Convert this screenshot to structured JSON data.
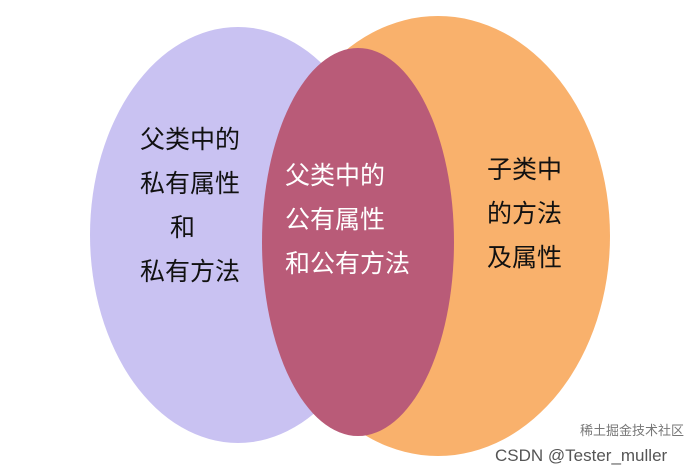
{
  "colors": {
    "left": "#c9c2f2",
    "right": "#f9b16c",
    "intersection": "#b95b78"
  },
  "left": {
    "lines": [
      "父类中的",
      "私有属性",
      "和",
      "私有方法"
    ]
  },
  "middle": {
    "lines": [
      "父类中的",
      "公有属性",
      "和公有方法"
    ]
  },
  "right": {
    "lines": [
      "子类中",
      "的方法",
      "及属性"
    ]
  },
  "watermark": {
    "text": "CSDN @Tester_muller",
    "overlay": "稀土掘金技术社区"
  }
}
